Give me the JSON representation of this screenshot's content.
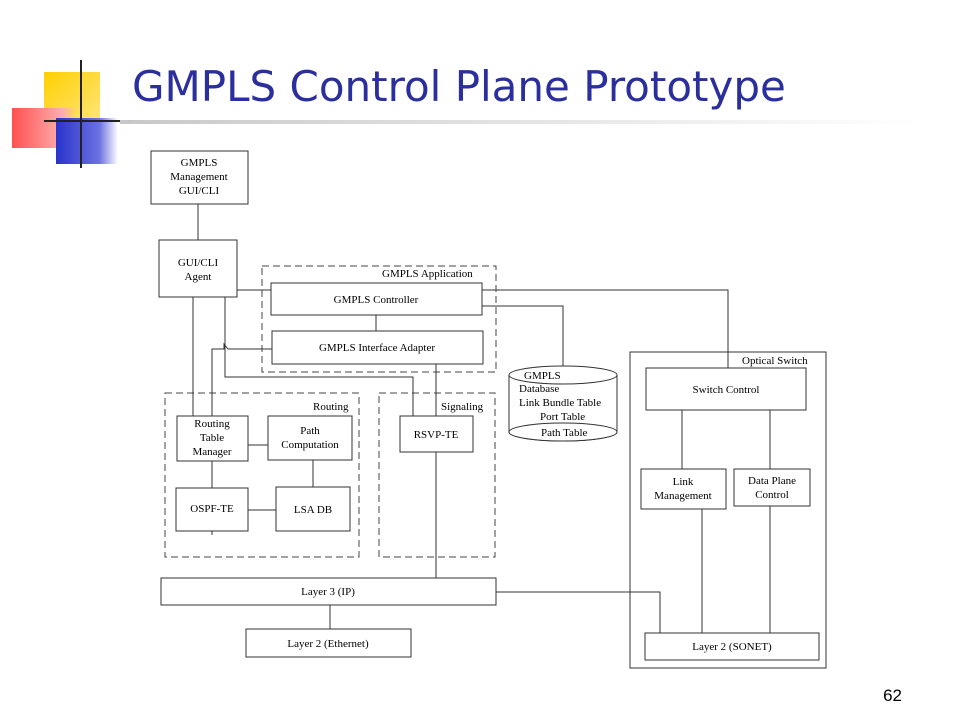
{
  "title": "GMPLS Control Plane Prototype",
  "page_number": "62",
  "diagram": {
    "gui": [
      "GMPLS",
      "Management",
      "GUI/CLI"
    ],
    "agent": [
      "GUI/CLI",
      "Agent"
    ],
    "app_group": "GMPLS Application",
    "controller": "GMPLS Controller",
    "adapter": "GMPLS Interface Adapter",
    "database": [
      "GMPLS",
      "Database",
      "Link Bundle Table",
      "Port Table",
      "Path Table"
    ],
    "routing_group": "Routing",
    "signaling_group": "Signaling",
    "rtm": [
      "Routing",
      "Table",
      "Manager"
    ],
    "path": [
      "Path",
      "Computation"
    ],
    "rsvp": "RSVP-TE",
    "ospf": "OSPF-TE",
    "lsadb": "LSA DB",
    "optical_group": "Optical Switch",
    "switch_control": "Switch Control",
    "link_mgmt": [
      "Link",
      "Management"
    ],
    "data_plane": [
      "Data Plane",
      "Control"
    ],
    "layer3": "Layer 3 (IP)",
    "layer2_eth": "Layer 2  (Ethernet)",
    "layer2_sonet": "Layer 2  (SONET)"
  }
}
